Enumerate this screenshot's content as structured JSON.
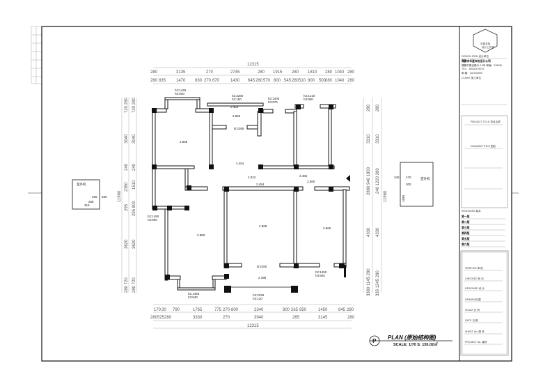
{
  "drawing": {
    "top_total": "12315",
    "top_row1": [
      "280",
      "3135",
      "270",
      "2745",
      "280",
      "1915",
      "280",
      "1810",
      "280",
      "1040",
      "280"
    ],
    "top_row2": [
      "280",
      "835",
      "1470",
      "830",
      "270",
      "670",
      "1430",
      "645",
      "280",
      "570",
      "800",
      "545",
      "280",
      "510",
      "800",
      "500",
      "280",
      "1040",
      "280"
    ],
    "bottom_row1": [
      "170",
      "30",
      "790",
      "1765",
      "775",
      "270",
      "800",
      "2340",
      "800",
      "265",
      "850",
      "1450",
      "845",
      "280"
    ],
    "bottom_row2": [
      "280525280",
      "3330",
      "270",
      "3940",
      "265",
      "3145",
      "280"
    ],
    "bottom_total": "12315",
    "left_total": "11960",
    "left_outer": [
      "720 280",
      "3040",
      "240",
      "2350",
      "295",
      "3620",
      "280 720"
    ],
    "left_inner": [
      "720 280",
      "3040",
      "240",
      "1510",
      "295 800",
      "3620",
      "280 720"
    ],
    "right_total": "11960",
    "right_outer": [
      "280",
      "3310",
      "2880 940 1800",
      "4330",
      "3380 1145 280"
    ],
    "right_inner": [
      "280",
      "3310",
      "240 1220 280",
      "4330",
      "335 1245 280"
    ],
    "annotations": {
      "w1": [
        "h2:1445",
        "h3:930"
      ],
      "w2": [
        "h2:2260",
        "h3:150"
      ],
      "w3": [
        "h2:1400",
        "h3:975"
      ],
      "w4": [
        "h2:1410",
        "h3:950"
      ],
      "w5": [
        "h2:1450",
        "h3:990"
      ],
      "w6": [
        "h2:1450",
        "h3:940"
      ],
      "w7": [
        "h2:1465",
        "h3:940"
      ],
      "w8": [
        "h2:2235",
        "h3:120"
      ],
      "levels": [
        "2.868",
        "2.450",
        "2.865",
        "2.454",
        "2.822",
        "2.454",
        "2.465",
        "2.880",
        "2.880",
        "2.868",
        "2.860",
        "2.398"
      ],
      "beams": [
        "B:2268",
        "B:2280"
      ]
    },
    "left_box": {
      "label": "室外机",
      "dims": [
        "265",
        "280",
        "315",
        "285"
      ]
    },
    "right_box": {
      "label": "室外机",
      "dims": [
        "340",
        "470",
        "300",
        "1690"
      ]
    }
  },
  "plan_title": {
    "marker": "P",
    "title": "PLAN (原始结构图)",
    "scale": "SCALE: 1/70 S: 155.02㎡"
  },
  "title_block": {
    "logo_text": [
      "华夏本怡",
      "设计工作室"
    ],
    "design_firm_label": "DESIGN FIRM  设计单位",
    "firm_name": "鹭鹏市华夏本怡设计公司",
    "address": "鹭鹏市建设路24-10号  邮编：315000",
    "tel": "TEL：18016170070",
    "email": "邮 箱：347044994",
    "client": "CLIENT    施工单位",
    "project_title": "PROJECT TITLE  项目名称",
    "drawing_title": "DRAWING TITLE  图名",
    "revisions_label": "REVISIONS  版本",
    "revisions": [
      "第一版",
      "第二版",
      "第三版",
      "第四版",
      "第五版",
      "第六版"
    ],
    "signoffs": [
      "VERIFIED  审 核",
      "CHECKED  校 对",
      "DESIGNED  设 计",
      "DRAWN  制 图",
      "SCALE  比 例",
      "DATE  日 期",
      "SHEET No.  图 号",
      "PROJECT No.  编号"
    ]
  }
}
